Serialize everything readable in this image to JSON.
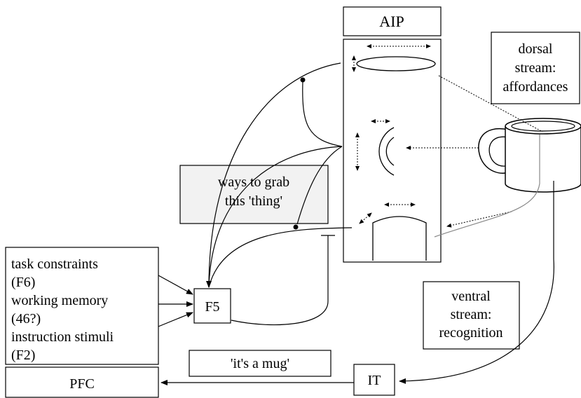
{
  "boxes": {
    "aip": "AIP",
    "dorsal": [
      "dorsal",
      "stream:",
      "affordances"
    ],
    "ways": [
      "ways to grab",
      "this 'thing'"
    ],
    "task": [
      "task constraints",
      "(F6)",
      "working memory",
      "(46?)",
      "instruction stimuli",
      "(F2)"
    ],
    "f5": "F5",
    "ventral": [
      "ventral",
      "stream:",
      "recognition"
    ],
    "mug_label": "'it's a mug'",
    "it": "IT",
    "pfc": "PFC"
  }
}
